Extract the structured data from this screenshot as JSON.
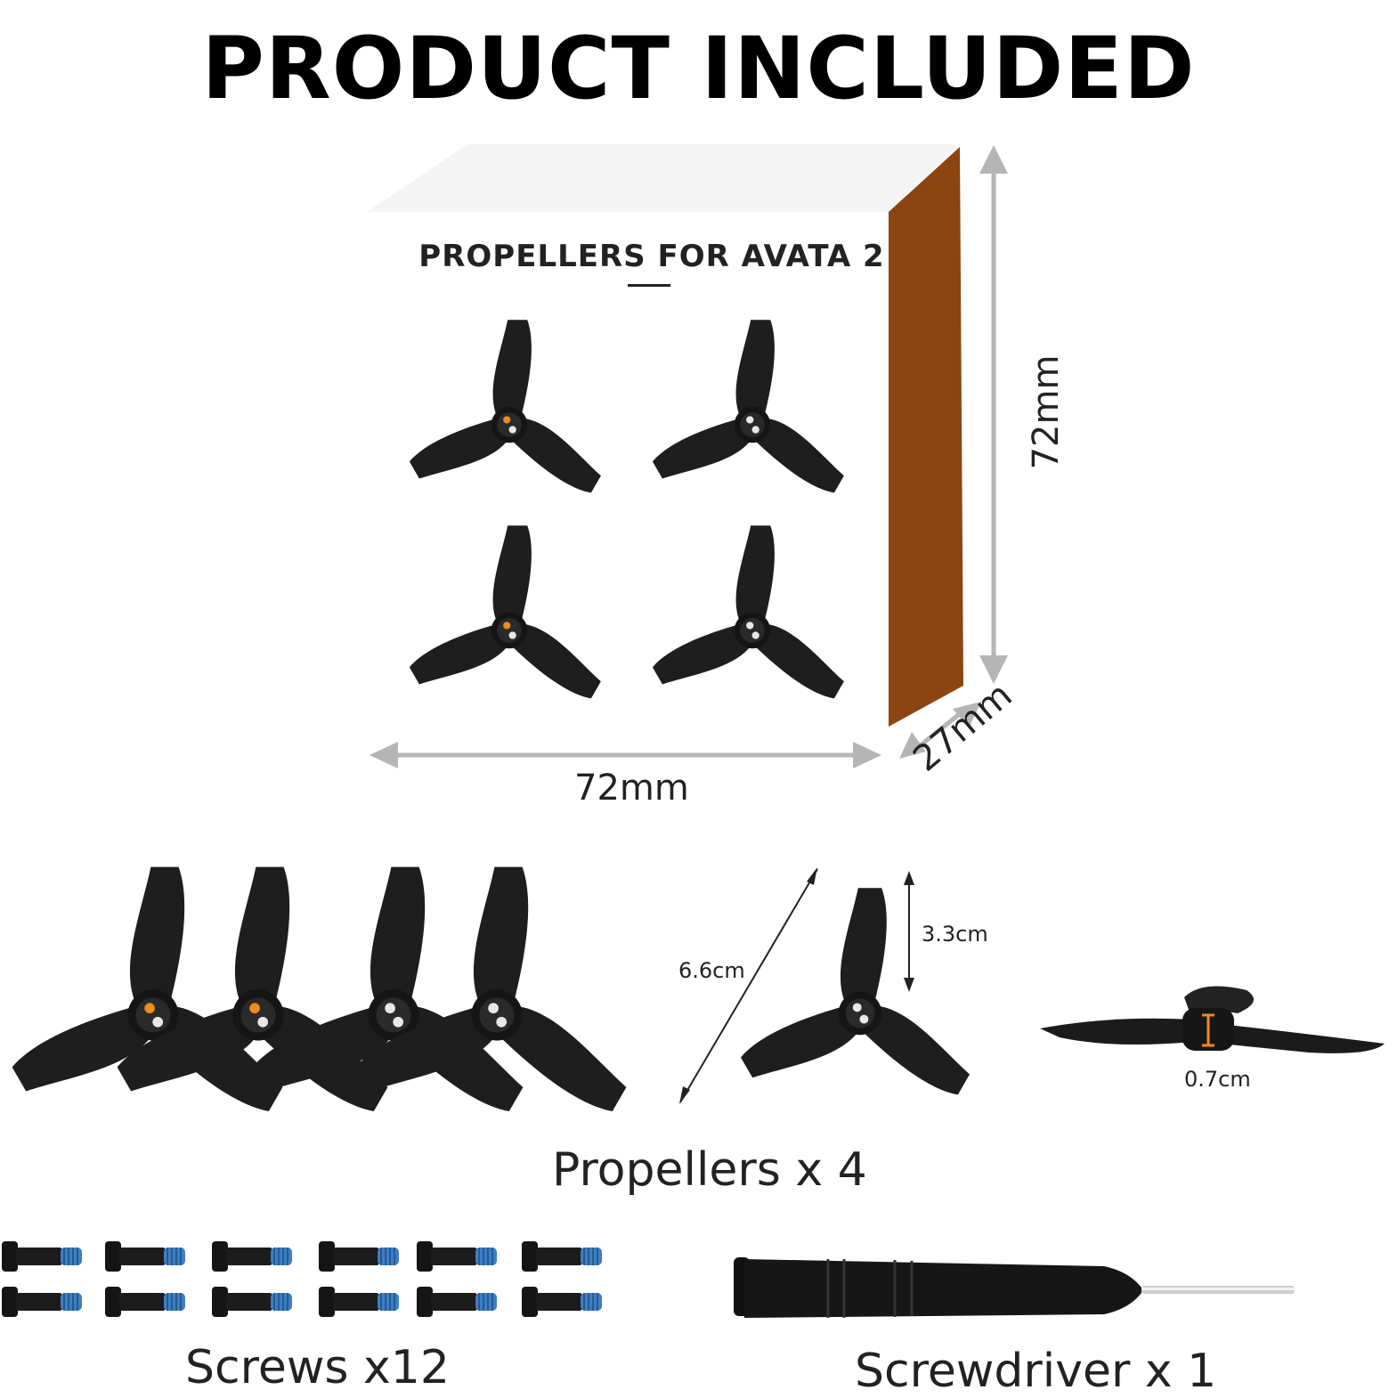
{
  "title": "PRODUCT INCLUDED",
  "box": {
    "label": "PROPELLERS FOR AVATA 2",
    "width_label": "72mm",
    "height_label": "72mm",
    "depth_label": "27mm",
    "side_color": "#8B4513",
    "top_color": "#f4f4f4",
    "arrow_color": "#b5b5b5"
  },
  "propellers": {
    "caption": "Propellers x 4",
    "diameter_label": "6.6cm",
    "blade_label": "3.3cm",
    "thickness_label": "0.7cm",
    "hub_accent_color": "#f08a1c"
  },
  "screws": {
    "caption": "Screws x12",
    "thread_color": "#3d7fc4"
  },
  "screwdriver": {
    "caption": "Screwdriver x 1"
  },
  "icons": [
    "propeller-icon",
    "screw-icon",
    "screwdriver-icon",
    "dimension-arrow-icon"
  ]
}
